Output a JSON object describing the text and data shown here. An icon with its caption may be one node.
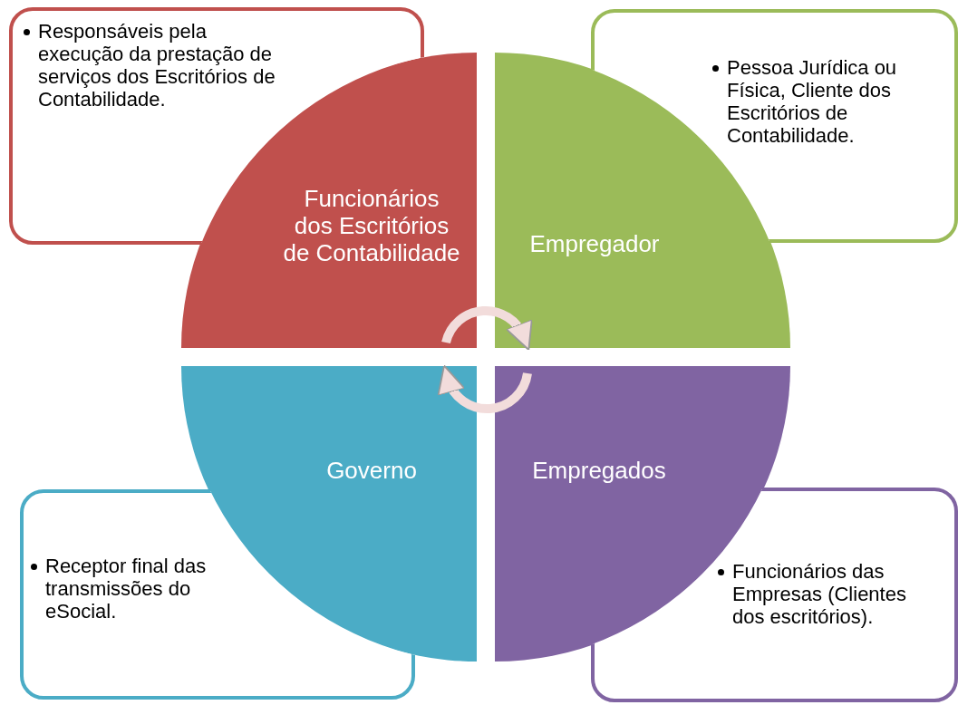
{
  "diagram": {
    "nodes": [
      {
        "text": [
          "Responsáveis pela execução da prestação de serviços dos Escritórios de Contabilidade."
        ]
      },
      {
        "text": [
          "Pessoa Jurídica ou Física, Cliente dos Escritórios de Contabilidade."
        ]
      },
      {
        "text": [
          "Funcionários dos Escritórios de Contabilidade"
        ]
      },
      {
        "text": [
          "Empregador"
        ]
      },
      {
        "text": [
          "Governo"
        ]
      },
      {
        "text": [
          "Empregados"
        ]
      },
      {
        "text": [
          "Receptor final das transmissões do eSocial."
        ]
      },
      {
        "text": [
          "Funcionários das Empresas (Clientes dos escritórios)."
        ]
      }
    ],
    "edges": [
      {
        "from": 2,
        "to": 3,
        "arrow": "to"
      },
      {
        "from": 5,
        "to": 4,
        "arrow": "to"
      }
    ]
  }
}
